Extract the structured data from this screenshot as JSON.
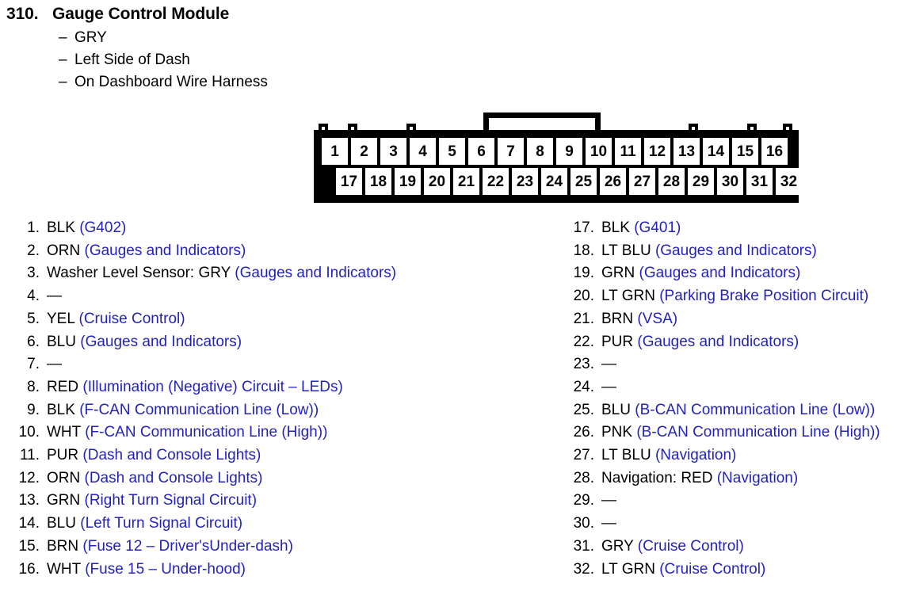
{
  "header": {
    "number": "310.",
    "title": "Gauge Control Module",
    "dash": "–",
    "details": [
      "GRY",
      "Left Side of Dash",
      "On Dashboard Wire Harness"
    ]
  },
  "connector": {
    "top_row": [
      "1",
      "2",
      "3",
      "4",
      "5",
      "6",
      "7",
      "8",
      "9",
      "10",
      "11",
      "12",
      "13",
      "14",
      "15",
      "16"
    ],
    "bottom_row": [
      "17",
      "18",
      "19",
      "20",
      "21",
      "22",
      "23",
      "24",
      "25",
      "26",
      "27",
      "28",
      "29",
      "30",
      "31",
      "32"
    ]
  },
  "colors": {
    "circuit_text": "#2323bb",
    "body_text": "#000000",
    "connector_outline": "#000000"
  },
  "pins_left": [
    {
      "num": "1.",
      "desc": "BLK ",
      "circuit": "(G402)"
    },
    {
      "num": "2.",
      "desc": "ORN ",
      "circuit": "(Gauges and Indicators)"
    },
    {
      "num": "3.",
      "desc": "Washer Level Sensor: GRY ",
      "circuit": "(Gauges and Indicators)"
    },
    {
      "num": "4.",
      "desc": "—",
      "circuit": ""
    },
    {
      "num": "5.",
      "desc": "YEL ",
      "circuit": "(Cruise Control)"
    },
    {
      "num": "6.",
      "desc": "BLU ",
      "circuit": "(Gauges and Indicators)"
    },
    {
      "num": "7.",
      "desc": "—",
      "circuit": ""
    },
    {
      "num": "8.",
      "desc": "RED ",
      "circuit": "(Illumination (Negative) Circuit – LEDs)"
    },
    {
      "num": "9.",
      "desc": "BLK ",
      "circuit": "(F-CAN Communication Line (Low))"
    },
    {
      "num": "10.",
      "desc": "WHT ",
      "circuit": "(F-CAN Communication Line (High))"
    },
    {
      "num": "11.",
      "desc": "PUR ",
      "circuit": "(Dash and Console Lights)"
    },
    {
      "num": "12.",
      "desc": "ORN ",
      "circuit": "(Dash and Console Lights)"
    },
    {
      "num": "13.",
      "desc": "GRN ",
      "circuit": "(Right Turn Signal Circuit)"
    },
    {
      "num": "14.",
      "desc": "BLU ",
      "circuit": "(Left Turn Signal Circuit)"
    },
    {
      "num": "15.",
      "desc": "BRN ",
      "circuit": "(Fuse 12 – Driver'sUnder-dash)"
    },
    {
      "num": "16.",
      "desc": "WHT ",
      "circuit": "(Fuse 15 – Under-hood)"
    }
  ],
  "pins_right": [
    {
      "num": "17.",
      "desc": "BLK ",
      "circuit": "(G401)"
    },
    {
      "num": "18.",
      "desc": "LT BLU ",
      "circuit": "(Gauges and Indicators)"
    },
    {
      "num": "19.",
      "desc": "GRN ",
      "circuit": "(Gauges and Indicators)"
    },
    {
      "num": "20.",
      "desc": "LT GRN ",
      "circuit": "(Parking Brake Position Circuit)"
    },
    {
      "num": "21.",
      "desc": "BRN ",
      "circuit": "(VSA)"
    },
    {
      "num": "22.",
      "desc": "PUR ",
      "circuit": "(Gauges and Indicators)"
    },
    {
      "num": "23.",
      "desc": "—",
      "circuit": ""
    },
    {
      "num": "24.",
      "desc": "—",
      "circuit": ""
    },
    {
      "num": "25.",
      "desc": "BLU ",
      "circuit": "(B-CAN Communication Line (Low))"
    },
    {
      "num": "26.",
      "desc": "PNK ",
      "circuit": "(B-CAN Communication Line (High))"
    },
    {
      "num": "27.",
      "desc": "LT BLU ",
      "circuit": "(Navigation)"
    },
    {
      "num": "28.",
      "desc": "Navigation: RED ",
      "circuit": "(Navigation)"
    },
    {
      "num": "29.",
      "desc": "—",
      "circuit": ""
    },
    {
      "num": "30.",
      "desc": "—",
      "circuit": ""
    },
    {
      "num": "31.",
      "desc": "GRY ",
      "circuit": "(Cruise Control)"
    },
    {
      "num": "32.",
      "desc": "LT GRN ",
      "circuit": "(Cruise Control)"
    }
  ]
}
